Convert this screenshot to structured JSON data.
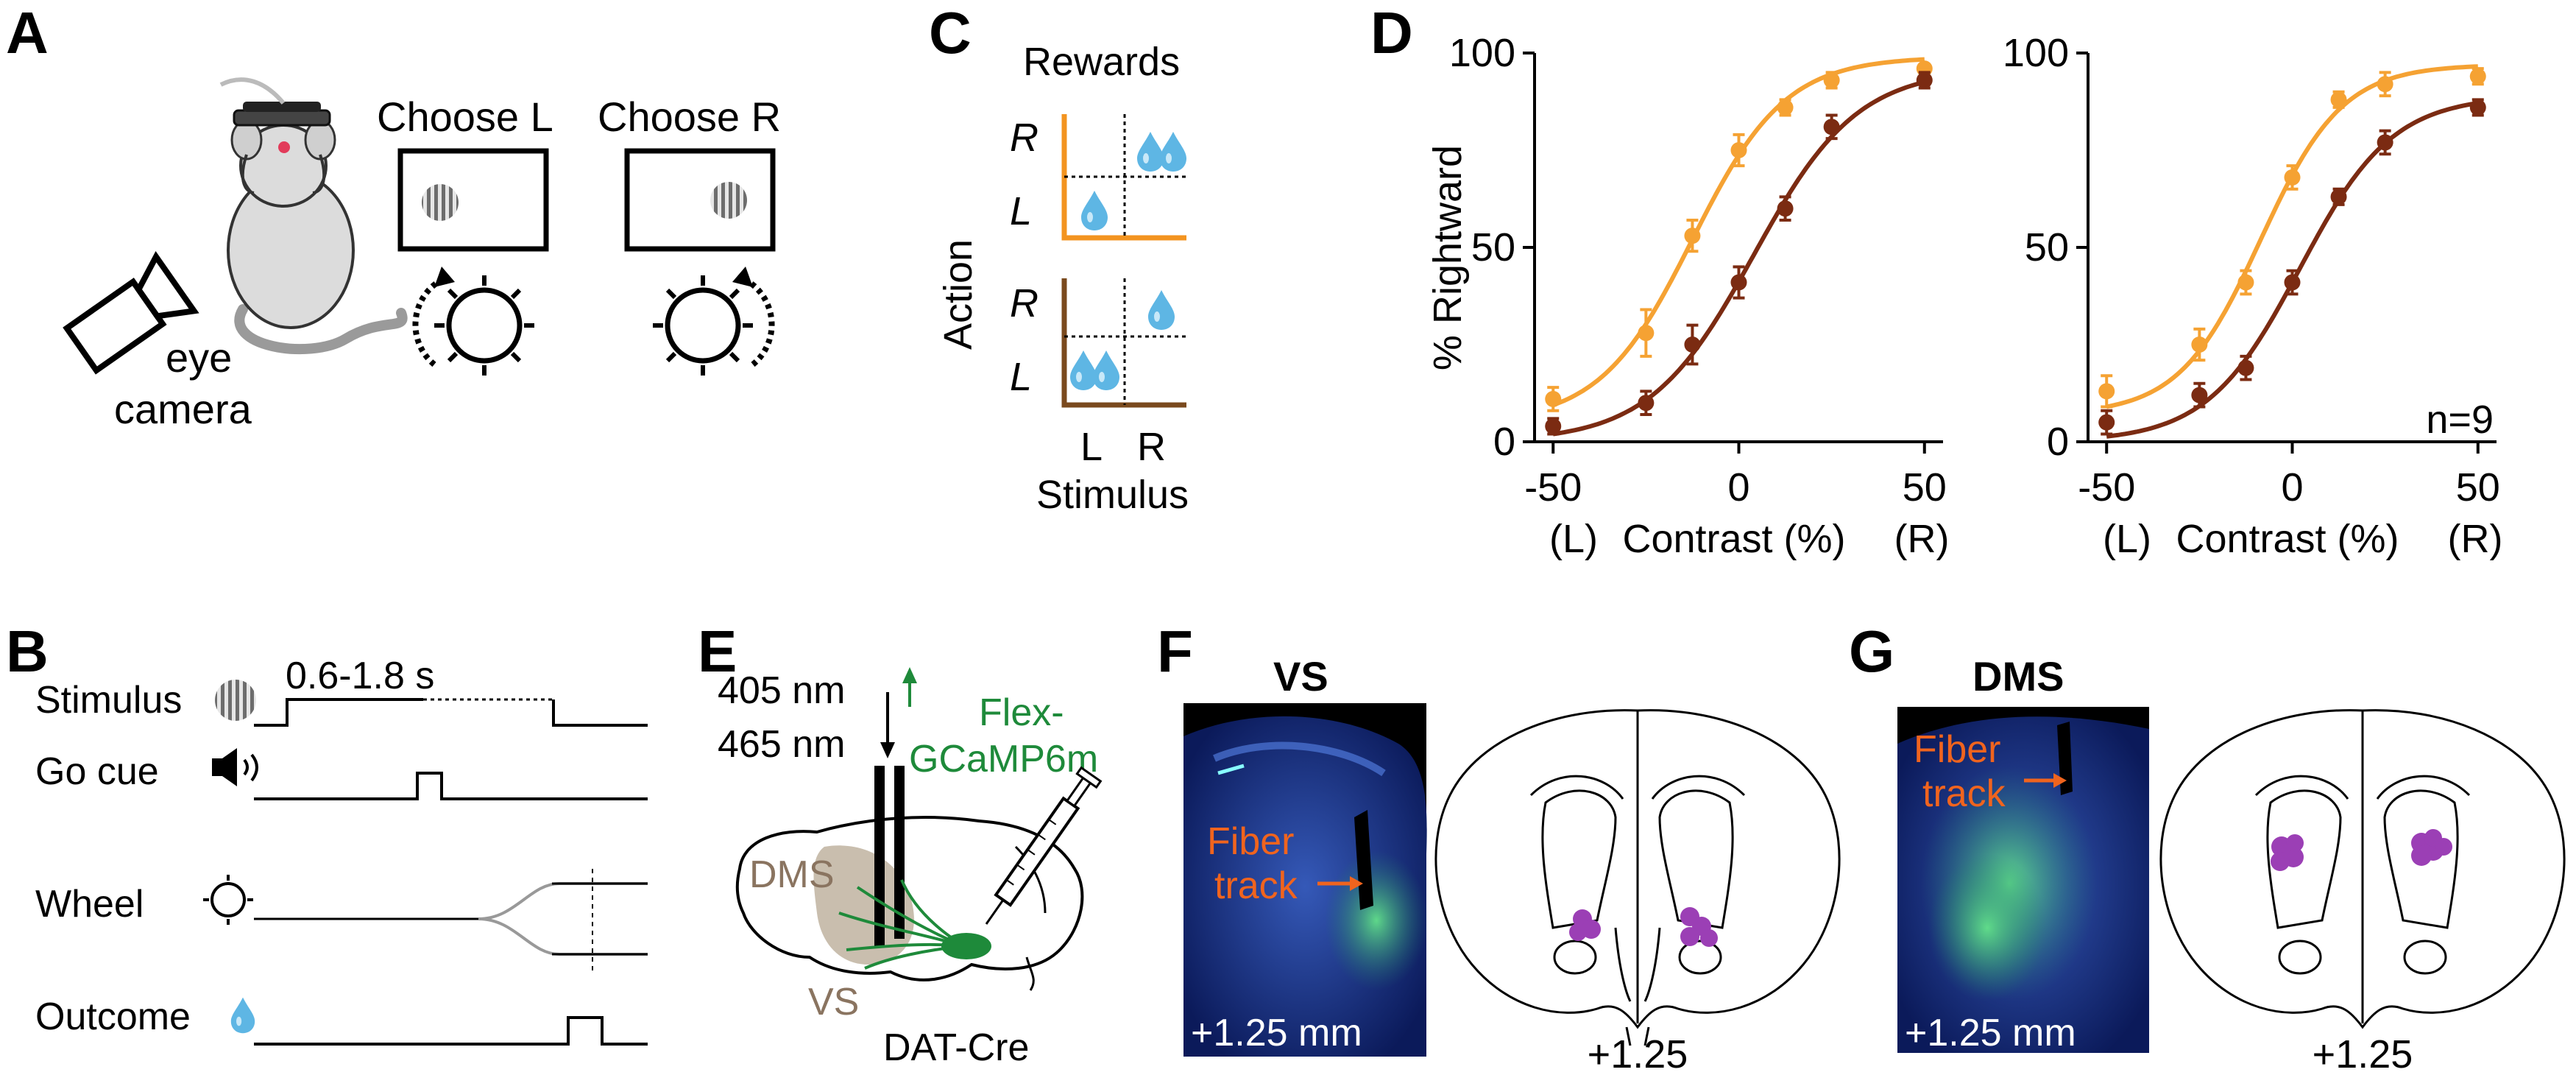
{
  "panels": {
    "A": {
      "label": "A",
      "choose_left": "Choose L",
      "choose_right": "Choose R",
      "camera_line1": "eye",
      "camera_line2": "camera"
    },
    "B": {
      "label": "B",
      "rows": [
        "Stimulus",
        "Go cue",
        "Wheel",
        "Outcome"
      ],
      "interval": "0.6-1.8 s"
    },
    "C": {
      "label": "C",
      "title": "Rewards",
      "y_axis": "Action",
      "x_axis": "Stimulus",
      "action_ticks": [
        "R",
        "L",
        "R",
        "L"
      ],
      "stimulus_ticks": [
        "L",
        "R"
      ],
      "colors": {
        "top_block": "#F39420",
        "bottom_block": "#7A4A1E"
      }
    },
    "D": {
      "label": "D"
    },
    "E": {
      "label": "E",
      "wavelength_1": "405 nm",
      "wavelength_2": "465 nm",
      "virus_line1": "Flex-",
      "virus_line2": "GCaMP6m",
      "region_1": "DMS",
      "region_2": "VS",
      "mouse_line": "DAT-Cre"
    },
    "F": {
      "label": "F",
      "title": "VS",
      "annotation_line1": "Fiber",
      "annotation_line2": "track",
      "section_depth": "+1.25 mm",
      "atlas_depth": "+1.25"
    },
    "G": {
      "label": "G",
      "title": "DMS",
      "annotation_line1": "Fiber",
      "annotation_line2": "track",
      "section_depth": "+1.25 mm",
      "atlas_depth": "+1.25"
    }
  },
  "chart_data": [
    {
      "type": "line",
      "title": "",
      "xlabel": "Contrast (%)",
      "ylabel": "% Rightward",
      "x_end_labels": [
        "(L)",
        "(R)"
      ],
      "x_ticks": [
        -50,
        0,
        50
      ],
      "y_ticks": [
        0,
        50,
        100
      ],
      "xlim": [
        -55,
        55
      ],
      "ylim": [
        0,
        100
      ],
      "x": [
        -50,
        -25,
        -12.5,
        0,
        12.5,
        25,
        50
      ],
      "series": [
        {
          "color": "#F5A233",
          "values": [
            11,
            28,
            53,
            75,
            86,
            93,
            96
          ],
          "errors": [
            3,
            6,
            4,
            4,
            2,
            2,
            1
          ]
        },
        {
          "color": "#7B2B12",
          "values": [
            4,
            10,
            25,
            41,
            60,
            81,
            93
          ],
          "errors": [
            2,
            3,
            5,
            4,
            3,
            3,
            2
          ]
        }
      ],
      "annotation": ""
    },
    {
      "type": "line",
      "title": "",
      "xlabel": "Contrast (%)",
      "ylabel": "",
      "x_end_labels": [
        "(L)",
        "(R)"
      ],
      "x_ticks": [
        -50,
        0,
        50
      ],
      "y_ticks": [
        0,
        50,
        100
      ],
      "xlim": [
        -55,
        55
      ],
      "ylim": [
        0,
        100
      ],
      "x": [
        -50,
        -25,
        -12.5,
        0,
        12.5,
        25,
        50
      ],
      "series": [
        {
          "color": "#F5A233",
          "values": [
            13,
            25,
            41,
            68,
            88,
            92,
            94
          ],
          "errors": [
            4,
            4,
            3,
            3,
            2,
            3,
            2
          ]
        },
        {
          "color": "#7B2B12",
          "values": [
            5,
            12,
            19,
            41,
            63,
            77,
            86
          ],
          "errors": [
            3,
            3,
            3,
            3,
            2,
            3,
            2
          ]
        }
      ],
      "annotation": "n=9"
    }
  ]
}
